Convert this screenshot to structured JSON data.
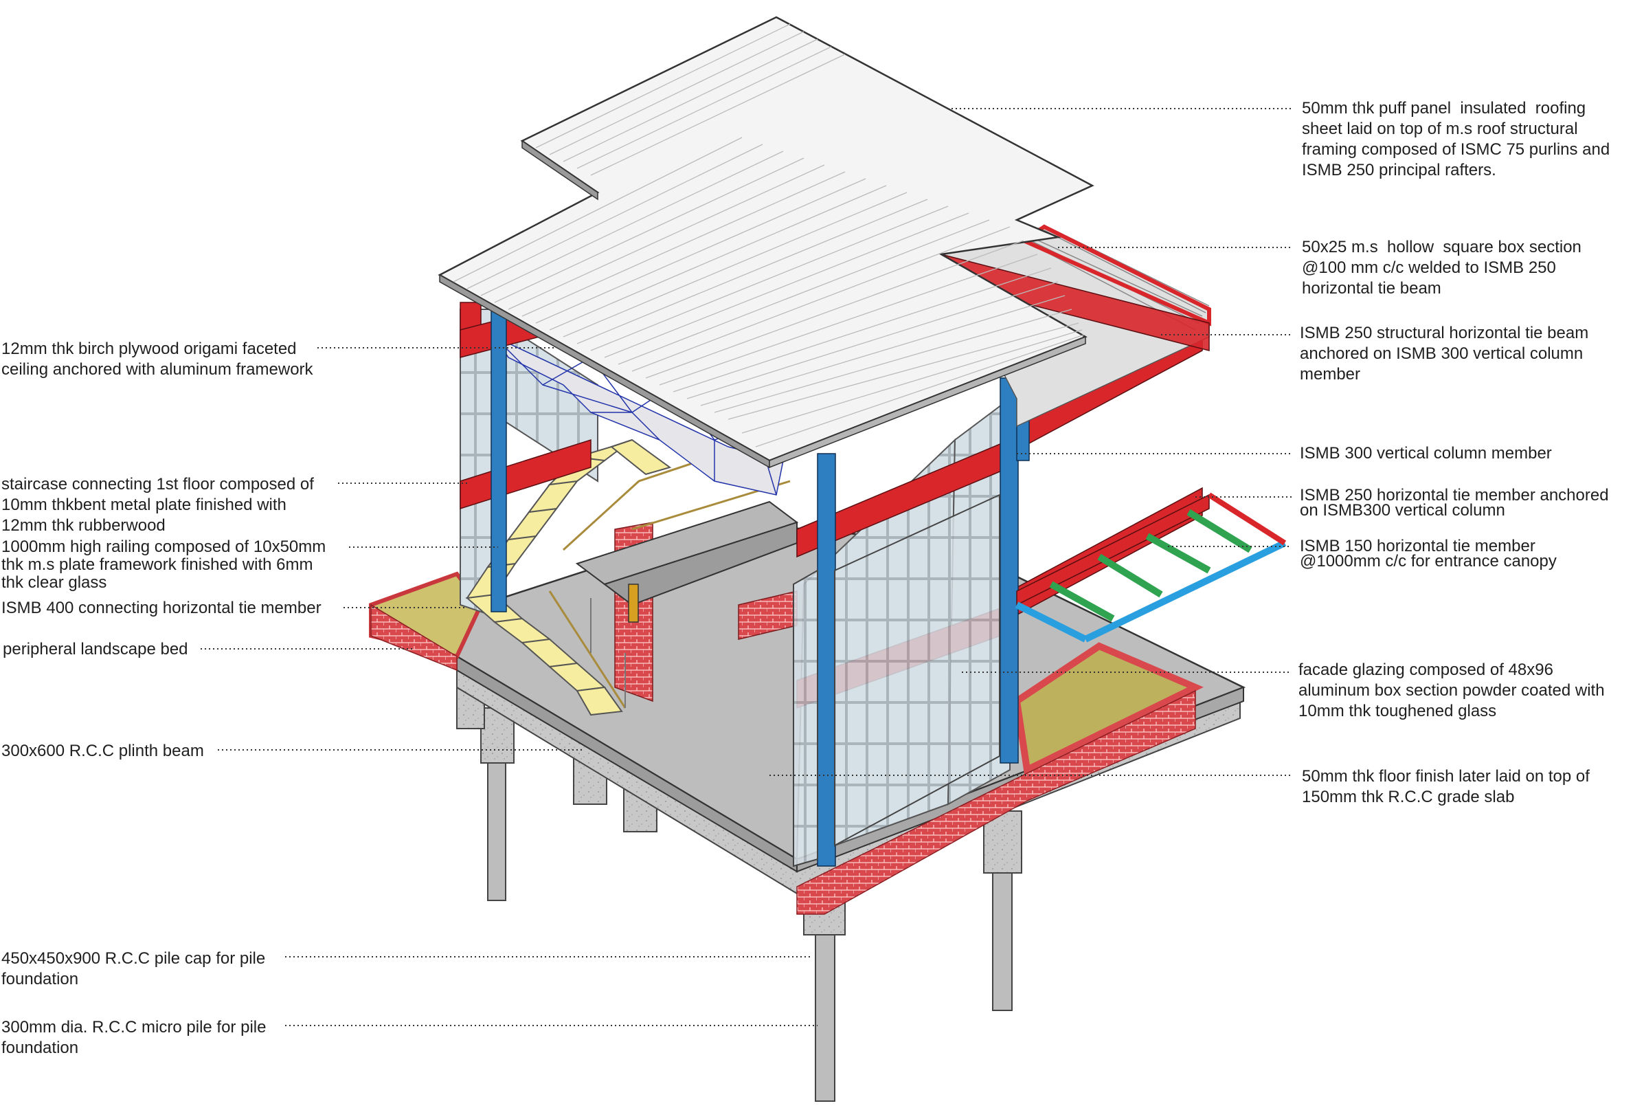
{
  "colors": {
    "steel_red": "#d8262b",
    "steel_blue": "#2d7fc1",
    "steel_green": "#2fa34f",
    "canopy_blue": "#2a9fe0",
    "stair_yellow": "#f6eda0",
    "brick": "#c9383d",
    "planter": "#b9a638",
    "concrete": "#c4c4c4",
    "roof": "#f4f4f4",
    "glass": "#cfdbe4",
    "plywood_lines": "#2233aa"
  },
  "callouts_left": [
    {
      "id": "plywood-ceiling",
      "text": "12mm thk birch plywood origami faceted\nceiling anchored with aluminum framework"
    },
    {
      "id": "staircase",
      "text": "staircase connecting 1st floor composed of\n10mm thkbent metal plate finished with\n12mm thk rubberwood"
    },
    {
      "id": "railing",
      "text": "1000mm high railing composed of 10x50mm\nthk m.s plate framework finished with 6mm\nthk clear glass"
    },
    {
      "id": "ismb400",
      "text": "ISMB 400 connecting horizontal tie member"
    },
    {
      "id": "landscape",
      "text": "peripheral landscape bed"
    },
    {
      "id": "plinth",
      "text": "300x600 R.C.C plinth beam"
    },
    {
      "id": "pile-cap",
      "text": "450x450x900 R.C.C pile cap for pile\nfoundation"
    },
    {
      "id": "micro-pile",
      "text": "300mm dia. R.C.C micro pile for pile\nfoundation"
    }
  ],
  "callouts_right": [
    {
      "id": "roof-panel",
      "text": "50mm thk puff panel  insulated  roofing\nsheet laid on top of m.s roof structural\nframing composed of ISMC 75 purlins and\nISMB 250 principal rafters."
    },
    {
      "id": "hollow-box",
      "text": "50x25 m.s  hollow  square box section\n@100 mm c/c welded to ISMB 250\nhorizontal tie beam"
    },
    {
      "id": "ismb250-beam",
      "text": "ISMB 250 structural horizontal tie beam\nanchored on ISMB 300 vertical column\nmember"
    },
    {
      "id": "ismb300",
      "text": "ISMB 300 vertical column member"
    },
    {
      "id": "ismb250-tie",
      "text": "ISMB 250 horizontal tie member anchored\non ISMB300 vertical column"
    },
    {
      "id": "ismb150",
      "text": "ISMB 150 horizontal tie member\n@1000mm c/c for entrance canopy"
    },
    {
      "id": "facade",
      "text": "facade glazing composed of 48x96\naluminum box section powder coated with\n10mm thk toughened glass"
    },
    {
      "id": "floor",
      "text": "50mm thk floor finish later laid on top of\n150mm thk R.C.C grade slab"
    }
  ]
}
